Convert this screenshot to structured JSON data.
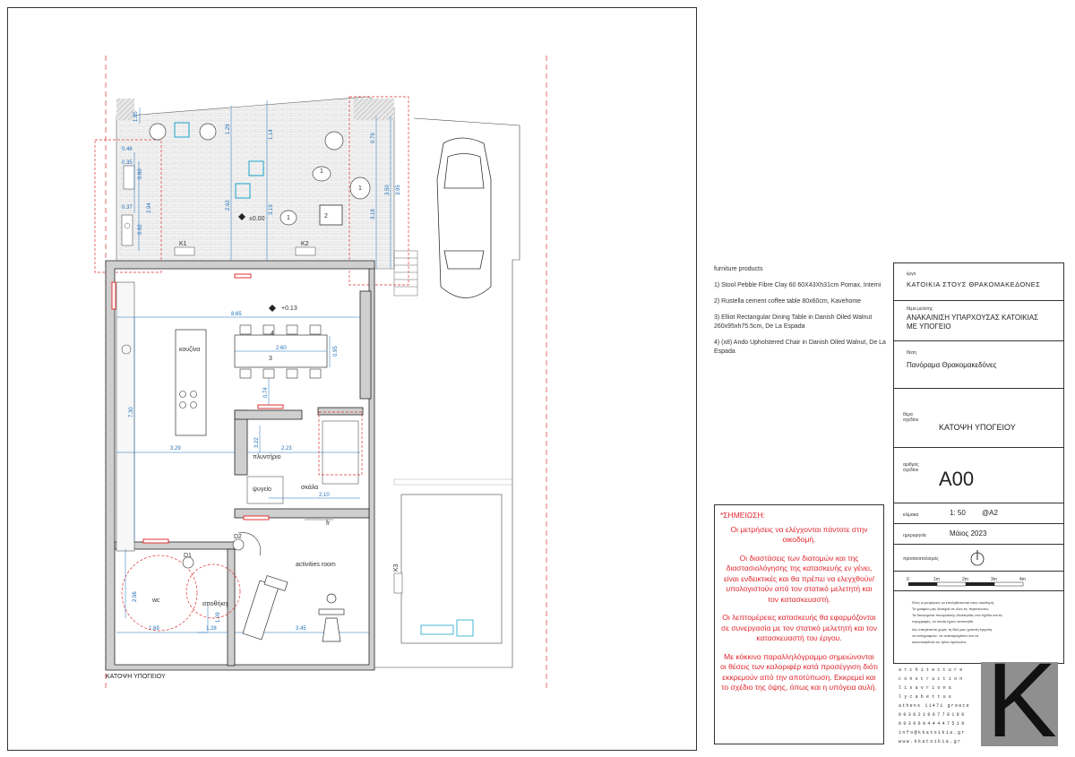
{
  "plan": {
    "caption": "ΚΑΤΟΨΗ ΥΠΟΓΕΙΟΥ",
    "rooms": {
      "kitchen": "κουζίνα",
      "cooking": "πλυντήριο",
      "freezer": "ψυγείο",
      "stairs": "σκάλα",
      "wc": "wc",
      "storage": "αποθήκη",
      "activities": "activities room"
    },
    "dims": {
      "d865": "8.65",
      "d260": "2.60",
      "d095": "0.95",
      "d074": "0.74",
      "d730": "7.30",
      "d329": "3.29",
      "d223": "2.23",
      "d322": "3.22",
      "d210": "2.10",
      "d256": "2.56",
      "d169": "1.69",
      "d128": "1.28",
      "d109": "1.09",
      "d345": "3.45",
      "d292": "2.92",
      "d319": "3.19",
      "d129": "1.29",
      "d114": "1.14",
      "d079": "0.79",
      "d318": "3.18",
      "d350": "3.50",
      "d395": "3.95",
      "d046": "0.46",
      "d035": "0.35",
      "d060": "0.60",
      "d037": "0.37",
      "d092": "0.92",
      "d294": "2.94",
      "d185": "1.85"
    },
    "levels": {
      "l000": "±0.00",
      "l013": "+0.13"
    },
    "tags": {
      "k1": "K1",
      "k2": "K2",
      "k3": "K3",
      "d1": "D1",
      "d2": "D2",
      "fr": "fr",
      "n1": "1",
      "n2": "2",
      "n3": "3",
      "n4": "4"
    }
  },
  "furniture": {
    "heading": "furniture products",
    "items": [
      "1) Stool Pebble Fibre Clay 60 60X43Xh31cm Pomax, Interni",
      "2) Rustella cement coffee table 80x60cm, Kavehome",
      "3) Elliot Rectangular Dining Table in Danish Oiled Walnut 260x95xh75.5cm, De La Espada",
      "4) (x8) Ando Upholstered Chair in Danish Oiled Walnut, De La Espada"
    ]
  },
  "notes": {
    "title": "*ΣΗΜΕΙΩΣΗ:",
    "paragraphs": [
      "Οι μετρήσεις να ελέγχονται πάντοτε στην οικοδομή.",
      "Οι διαστάσεις των διατομών και της διαστασιολόγησης της κατασκευής εν γένει, είναι ενδεικτικές και θα πρέπει να ελεγχθούν/υπολογιστούν από τον στατικό μελετητή και τον κατασκευαστή.",
      "Οι λεπτομέρειες κατασκευής θα εφαρμόζονται σε συνεργασία με τον στατικό μελετητή και τον κατασκευαστή του έργου.",
      "Με κόκκινο παραλληλόγραμμο σημειώνονται οι θέσεις των καλοριφέρ κατά προσέγγιση διότι εκκρεμούν από την αποτύπωση. Εκκρεμεί και το σχέδιο της όψης, όπως και η υπόγεια αυλή."
    ]
  },
  "title_block": {
    "project_label": "έργο",
    "project": "ΚΑΤΟΙΚΙΑ ΣΤΟΥΣ ΘΡΑΚΟΜΑΚΕΔΟΝΕΣ",
    "study_label": "θέμα μελέτης",
    "study": "ΑΝΑΚΑΙΝΙΣΗ ΥΠΑΡΧΟΥΣΑΣ ΚΑΤΟΙΚΙΑΣ ΜΕ ΥΠΟΓΕΙΟ",
    "location_label": "θέση",
    "location": "Πανόραμα Θρακομακεδόνες",
    "drawing_label": "θέμα σχεδίου",
    "drawing": "ΚΑΤΟΨΗ ΥΠΟΓΕΙΟΥ",
    "number_label": "αριθμός σχεδίου",
    "number": "A00",
    "scale_label": "κλίμακα",
    "scale": "1: 50",
    "paper": "@A2",
    "date_label": "ημερομηνία",
    "date": "Μάιος 2023",
    "orientation_label": "προσανατολισμός",
    "scalebar_labels": [
      "0",
      "1m",
      "2m",
      "3m",
      "4m"
    ],
    "small_notes": [
      "Όλες οι μετρήσεις να επαληθεύονται στην οικοδομή.",
      "Το γραφείο μας διατηρεί σε όλες τις περιπτώσεις",
      "Τα δικαιώματα πνευματικής ιδιοκτησίας στα σχέδια και τις",
      "περιγραφές, τα οποία έχουν εκπονηθεί",
      "Δεν επιτρέπεται χωρίς τη δική μας γραπτή έγκριση",
      "να αντιγραφούν, να αναπαραχθούν και να",
      "κοινοποιηθούν σε τρίτα πρόσωπα."
    ]
  },
  "logo": {
    "lines": [
      "architecture",
      "construction",
      "lisavriona",
      "lycabettus",
      "athens 11471 greece",
      "00302106778180",
      "00306944447519",
      "info@kkatoikia.gr",
      "www.kkatoikia.gr"
    ],
    "letter": "K"
  }
}
